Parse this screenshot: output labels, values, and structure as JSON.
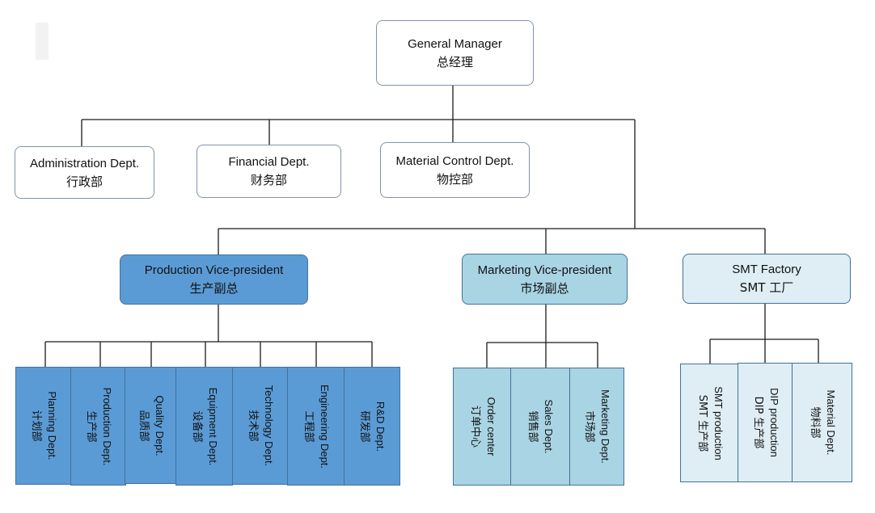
{
  "top": {
    "en": "General Manager",
    "zh": "总经理"
  },
  "staff": [
    {
      "en": "Administration Dept.",
      "zh": "行政部"
    },
    {
      "en": "Financial Dept.",
      "zh": "财务部"
    },
    {
      "en": "Material Control Dept.",
      "zh": "物控部"
    }
  ],
  "branches": [
    {
      "en": "Production Vice-president",
      "zh": "生产副总",
      "fill": "#5b9bd5"
    },
    {
      "en": "Marketing Vice-president",
      "zh": "市场副总",
      "fill": "#a9d4e4"
    },
    {
      "en": "SMT Factory",
      "zh": "SMT 工厂",
      "fill": "#deeef4"
    }
  ],
  "production_depts": [
    {
      "en": "Planning Dept.",
      "zh": "计划部"
    },
    {
      "en": "Production Dept.",
      "zh": "生产部"
    },
    {
      "en": "Quality Dept.",
      "zh": "品质部"
    },
    {
      "en": "Equipment Dept.",
      "zh": "设备部"
    },
    {
      "en": "Technology Dept.",
      "zh": "技术部"
    },
    {
      "en": "Engineering Dept.",
      "zh": "工程部"
    },
    {
      "en": "R&D Dept.",
      "zh": "研发部"
    }
  ],
  "marketing_depts": [
    {
      "en": "Order center",
      "zh": "订单中心"
    },
    {
      "en": "Sales Dept.",
      "zh": "销售部"
    },
    {
      "en": "Marketing Dept.",
      "zh": "市场部"
    }
  ],
  "smt_depts": [
    {
      "en": "SMT production",
      "zh": "SMT 生产部"
    },
    {
      "en": "DIP production",
      "zh": "DIP 生产部"
    },
    {
      "en": "Material Dept.",
      "zh": "物料部"
    }
  ]
}
